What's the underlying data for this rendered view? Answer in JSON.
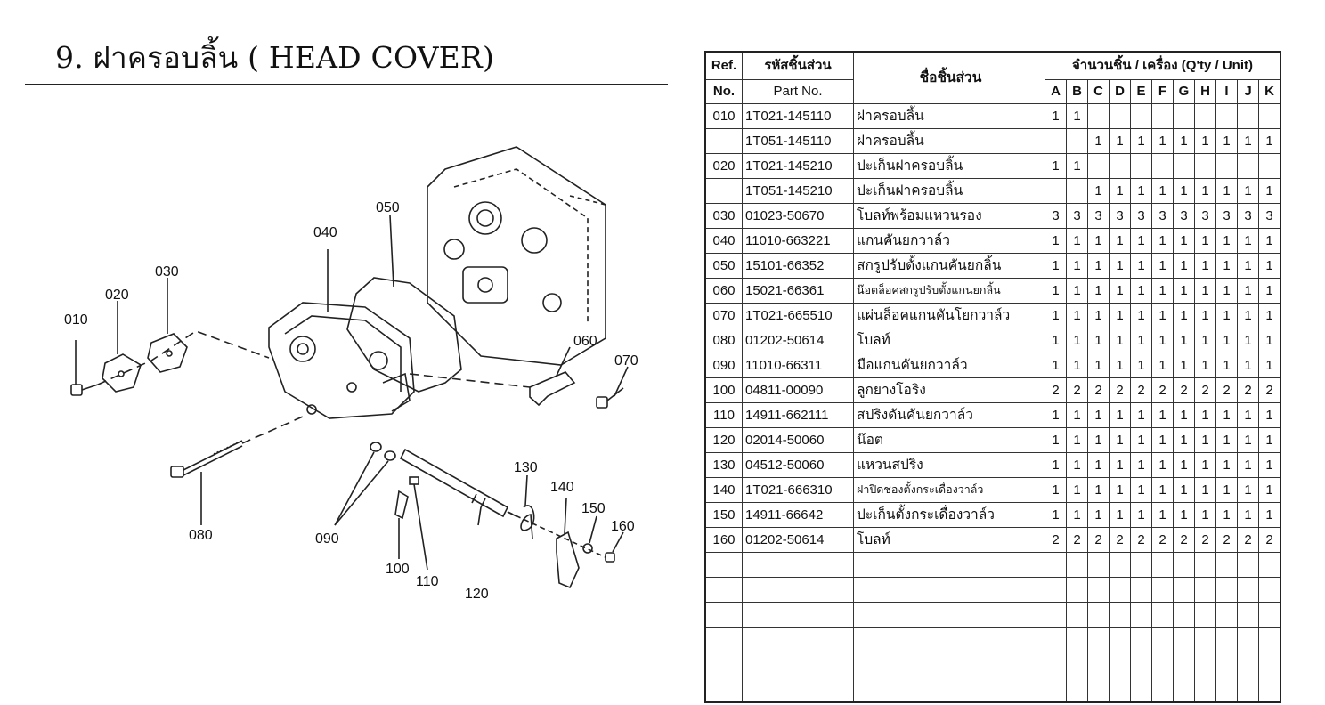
{
  "title": "9. ฝาครอบลิ้น ( HEAD COVER)",
  "table": {
    "header": {
      "ref_line1": "Ref.",
      "ref_line2": "No.",
      "part_line1": "รหัสชิ้นส่วน",
      "part_line2": "Part No.",
      "name": "ชื่อชิ้นส่วน",
      "qty_group": "จำนวนชิ้น / เครื่อง (Q'ty / Unit)",
      "units": [
        "A",
        "B",
        "C",
        "D",
        "E",
        "F",
        "G",
        "H",
        "I",
        "J",
        "K"
      ]
    },
    "rows": [
      {
        "ref": "010",
        "part": "1T021-145110",
        "name": "ฝาครอบลิ้น",
        "qty": [
          "1",
          "1",
          "",
          "",
          "",
          "",
          "",
          "",
          "",
          "",
          ""
        ]
      },
      {
        "ref": "",
        "part": "1T051-145110",
        "name": "ฝาครอบลิ้น",
        "qty": [
          "",
          "",
          "1",
          "1",
          "1",
          "1",
          "1",
          "1",
          "1",
          "1",
          "1"
        ]
      },
      {
        "ref": "020",
        "part": "1T021-145210",
        "name": "ปะเก็นฝาครอบลิ้น",
        "qty": [
          "1",
          "1",
          "",
          "",
          "",
          "",
          "",
          "",
          "",
          "",
          ""
        ]
      },
      {
        "ref": "",
        "part": "1T051-145210",
        "name": "ปะเก็นฝาครอบลิ้น",
        "qty": [
          "",
          "",
          "1",
          "1",
          "1",
          "1",
          "1",
          "1",
          "1",
          "1",
          "1"
        ]
      },
      {
        "ref": "030",
        "part": "01023-50670",
        "name": "โบลท์พร้อมแหวนรอง",
        "qty": [
          "3",
          "3",
          "3",
          "3",
          "3",
          "3",
          "3",
          "3",
          "3",
          "3",
          "3"
        ]
      },
      {
        "ref": "040",
        "part": "11010-663221",
        "name": "แกนคันยกวาล์ว",
        "qty": [
          "1",
          "1",
          "1",
          "1",
          "1",
          "1",
          "1",
          "1",
          "1",
          "1",
          "1"
        ]
      },
      {
        "ref": "050",
        "part": "15101-66352",
        "name": "สกรูปรับตั้งแกนคันยกลิ้น",
        "qty": [
          "1",
          "1",
          "1",
          "1",
          "1",
          "1",
          "1",
          "1",
          "1",
          "1",
          "1"
        ]
      },
      {
        "ref": "060",
        "part": "15021-66361",
        "name": "น๊อตล็อคสกรูปรับตั้งแกนยกลิ้น",
        "qty": [
          "1",
          "1",
          "1",
          "1",
          "1",
          "1",
          "1",
          "1",
          "1",
          "1",
          "1"
        ]
      },
      {
        "ref": "070",
        "part": "1T021-665510",
        "name": "แผ่นล็อคแกนคันโยกวาล์ว",
        "qty": [
          "1",
          "1",
          "1",
          "1",
          "1",
          "1",
          "1",
          "1",
          "1",
          "1",
          "1"
        ]
      },
      {
        "ref": "080",
        "part": "01202-50614",
        "name": "โบลท์",
        "qty": [
          "1",
          "1",
          "1",
          "1",
          "1",
          "1",
          "1",
          "1",
          "1",
          "1",
          "1"
        ]
      },
      {
        "ref": "090",
        "part": "11010-66311",
        "name": "มือแกนคันยกวาล์ว",
        "qty": [
          "1",
          "1",
          "1",
          "1",
          "1",
          "1",
          "1",
          "1",
          "1",
          "1",
          "1"
        ]
      },
      {
        "ref": "100",
        "part": "04811-00090",
        "name": "ลูกยางโอริง",
        "qty": [
          "2",
          "2",
          "2",
          "2",
          "2",
          "2",
          "2",
          "2",
          "2",
          "2",
          "2"
        ]
      },
      {
        "ref": "110",
        "part": "14911-662111",
        "name": "สปริงดันคันยกวาล์ว",
        "qty": [
          "1",
          "1",
          "1",
          "1",
          "1",
          "1",
          "1",
          "1",
          "1",
          "1",
          "1"
        ]
      },
      {
        "ref": "120",
        "part": "02014-50060",
        "name": "น๊อต",
        "qty": [
          "1",
          "1",
          "1",
          "1",
          "1",
          "1",
          "1",
          "1",
          "1",
          "1",
          "1"
        ]
      },
      {
        "ref": "130",
        "part": "04512-50060",
        "name": "แหวนสปริง",
        "qty": [
          "1",
          "1",
          "1",
          "1",
          "1",
          "1",
          "1",
          "1",
          "1",
          "1",
          "1"
        ]
      },
      {
        "ref": "140",
        "part": "1T021-666310",
        "name": "ฝาปิดช่องตั้งกระเดื่องวาล์ว",
        "qty": [
          "1",
          "1",
          "1",
          "1",
          "1",
          "1",
          "1",
          "1",
          "1",
          "1",
          "1"
        ]
      },
      {
        "ref": "150",
        "part": "14911-66642",
        "name": "ปะเก็นตั้งกระเดื่องวาล์ว",
        "qty": [
          "1",
          "1",
          "1",
          "1",
          "1",
          "1",
          "1",
          "1",
          "1",
          "1",
          "1"
        ]
      },
      {
        "ref": "160",
        "part": "01202-50614",
        "name": "โบลท์",
        "qty": [
          "2",
          "2",
          "2",
          "2",
          "2",
          "2",
          "2",
          "2",
          "2",
          "2",
          "2"
        ]
      }
    ],
    "empty_rows": 6
  },
  "diagram": {
    "callouts": [
      "010",
      "020",
      "030",
      "040",
      "050",
      "060",
      "070",
      "080",
      "090",
      "100",
      "110",
      "120",
      "130",
      "140",
      "150",
      "160"
    ]
  }
}
